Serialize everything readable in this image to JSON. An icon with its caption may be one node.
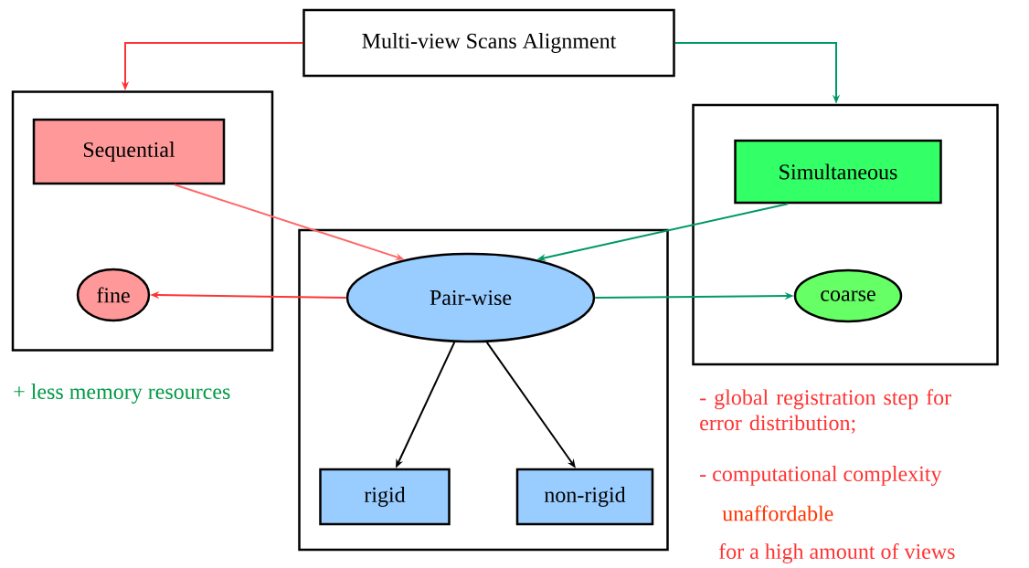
{
  "diagram": {
    "nodes": [
      {
        "text": [
          "Multi-view Scans Alignment"
        ]
      },
      {
        "text": [],
        "shape": "box"
      },
      {
        "text": [
          "Sequential"
        ],
        "in": 1
      },
      {
        "text": [
          "fine"
        ],
        "in": 1
      },
      {
        "text": [],
        "shape": "box"
      },
      {
        "text": [
          "Simultaneous"
        ],
        "in": 4
      },
      {
        "text": [
          "coarse"
        ],
        "in": 4
      },
      {
        "text": [],
        "shape": "box"
      },
      {
        "text": [
          "Pair-wise"
        ],
        "in": 7
      },
      {
        "text": [
          "rigid"
        ],
        "in": 7
      },
      {
        "text": [
          "non-rigid"
        ],
        "in": 7
      }
    ],
    "edges": [
      {
        "from": 0,
        "to": 1,
        "arrow": "to",
        "color": "#ff3333"
      },
      {
        "from": 0,
        "to": 4,
        "arrow": "to",
        "color": "#009966"
      },
      {
        "from": 2,
        "to": 8,
        "arrow": "to",
        "color": "#ff6666"
      },
      {
        "from": 8,
        "to": 3,
        "arrow": "to",
        "color": "#ff3333"
      },
      {
        "from": 5,
        "to": 8,
        "arrow": "to",
        "color": "#009966"
      },
      {
        "from": 8,
        "to": 6,
        "arrow": "to",
        "color": "#009966"
      },
      {
        "from": 8,
        "to": 9,
        "arrow": "to",
        "color": "#000000"
      },
      {
        "from": 8,
        "to": 10,
        "arrow": "to",
        "color": "#000000"
      }
    ],
    "labels": [
      "+ less memory resources",
      "- global registration step for error distribution;",
      "- computational complexity",
      "unaffordable",
      "for a high amount of views"
    ]
  }
}
